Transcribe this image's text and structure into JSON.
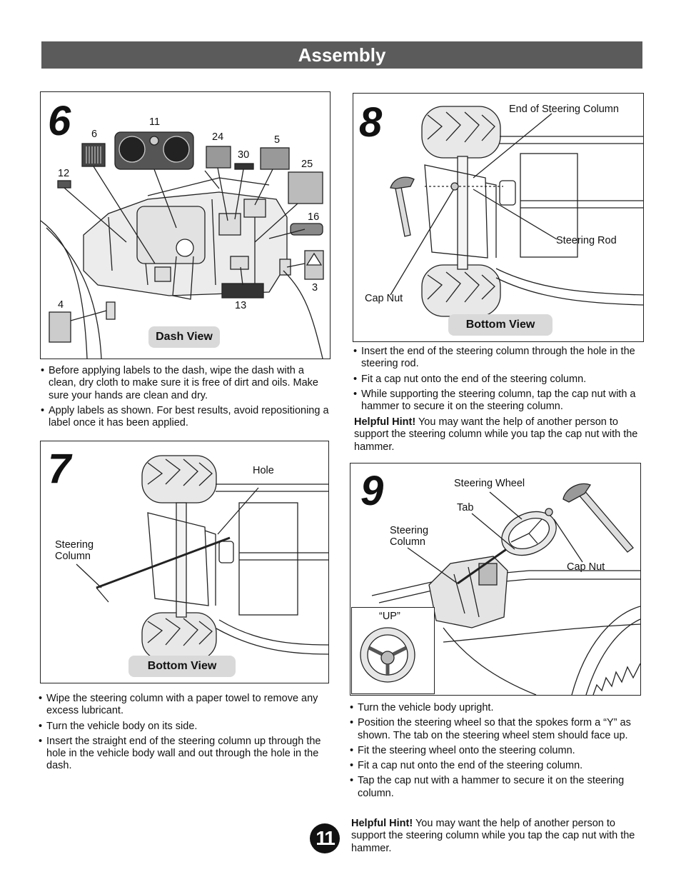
{
  "header": {
    "title": "Assembly"
  },
  "step6": {
    "number": "6",
    "callouts": [
      "11",
      "6",
      "24",
      "30",
      "5",
      "25",
      "12",
      "16",
      "3",
      "4",
      "13"
    ],
    "view_label": "Dash View",
    "bullets": [
      "Before applying labels to the dash, wipe the dash with a clean, dry cloth to make sure it is free of dirt and oils. Make sure your hands are clean and dry.",
      "Apply labels as shown. For best results, avoid repositioning a label once it has been applied."
    ]
  },
  "step7": {
    "number": "7",
    "label_hole": "Hole",
    "label_steering_column": "Steering Column",
    "view_label": "Bottom View",
    "bullets": [
      "Wipe the steering column with a paper towel to remove any excess lubricant.",
      "Turn the vehicle body on its side.",
      "Insert the straight end of the steering column up through the hole in the vehicle body wall and out through the hole in the dash."
    ]
  },
  "step8": {
    "number": "8",
    "label_end_of_column": "End of Steering Column",
    "label_steering_rod": "Steering Rod",
    "label_cap_nut": "Cap Nut",
    "view_label": "Bottom View",
    "bullets": [
      "Insert the end of the steering column through the hole in the steering rod.",
      "Fit a cap nut onto the end of the steering column.",
      "While supporting the steering column, tap the cap nut with a hammer to secure it on the steering column."
    ],
    "hint_label": "Helpful Hint!",
    "hint_text": " You may want the help of another person to support the steering column while you tap the cap nut with the hammer."
  },
  "step9": {
    "number": "9",
    "label_steering_wheel": "Steering Wheel",
    "label_tab": "Tab",
    "label_steering_column": "Steering Column",
    "label_cap_nut": "Cap Nut",
    "label_up": "“UP”",
    "bullets": [
      "Turn the vehicle body upright.",
      "Position the steering wheel so that the spokes form a “Y” as shown. The tab on the steering wheel stem should face up.",
      "Fit the steering wheel onto the steering column.",
      "Fit a cap nut onto the end of the steering column.",
      "Tap the cap nut with a hammer to secure it on the steering column."
    ],
    "hint_label": "Helpful Hint!",
    "hint_text": " You may want the help of another person to support the steering column while you tap the cap nut with the hammer."
  },
  "page": {
    "number": "11"
  }
}
